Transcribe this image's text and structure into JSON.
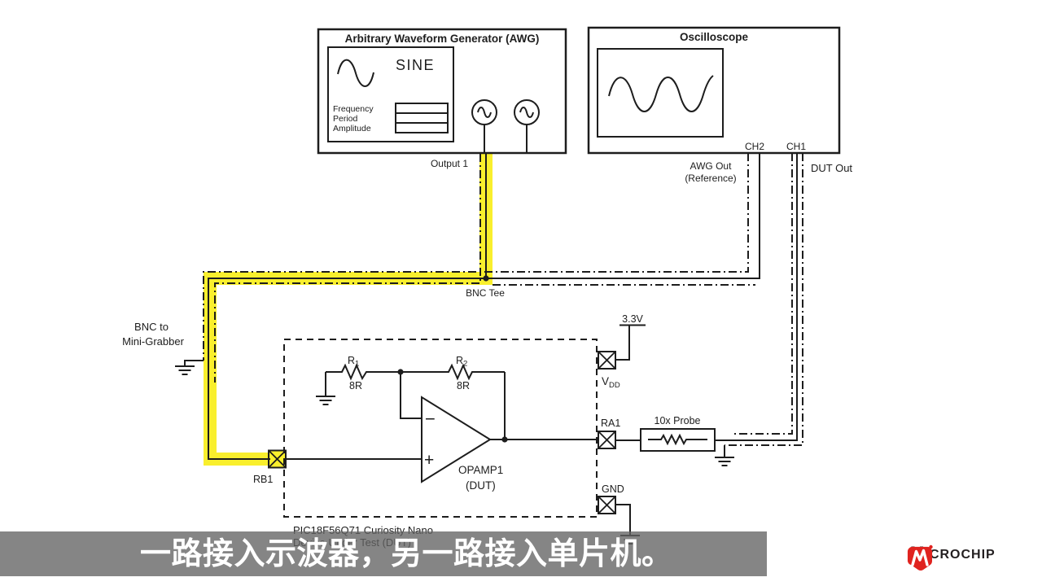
{
  "colors": {
    "highlight_yellow": "#f9ef2d",
    "logo_red": "#e0231f",
    "line": "#1d1d1d"
  },
  "awg": {
    "title": "Arbitrary Waveform Generator (AWG)",
    "mode": "SINE",
    "params": [
      "Frequency",
      "Period",
      "Amplitude"
    ],
    "output_label": "Output 1"
  },
  "oscilloscope": {
    "title": "Oscilloscope",
    "ch2_label": "CH2",
    "ch1_label": "CH1",
    "ch2_source_line1": "AWG Out",
    "ch2_source_line2": "(Reference)",
    "ch1_source": "DUT Out"
  },
  "cabling": {
    "bnc_tee_label": "BNC Tee",
    "grabber_line1": "BNC to",
    "grabber_line2": "Mini-Grabber",
    "probe_label": "10x Probe"
  },
  "circuit": {
    "r1": {
      "name": "R",
      "sub": "1",
      "value": "8R"
    },
    "r2": {
      "name": "R",
      "sub": "2",
      "value": "8R"
    },
    "opamp": {
      "name": "OPAMP1",
      "desc": "(DUT)",
      "inverting": "−",
      "noninverting": "+"
    },
    "pins": {
      "rb1": "RB1",
      "ra1": "RA1",
      "gnd": "GND",
      "vdd_name": "V",
      "vdd_sub": "DD",
      "supply": "3.3V"
    }
  },
  "dut_board": {
    "caption_line1": "PIC18F56Q71 Curiosity Nano",
    "caption_line2": "Device Under Test (DUT)"
  },
  "subtitle": {
    "text": "一路接入示波器，另一路接入单片机。"
  },
  "branding": {
    "logo_first": "M",
    "logo_rest": "ICROCHIP"
  }
}
